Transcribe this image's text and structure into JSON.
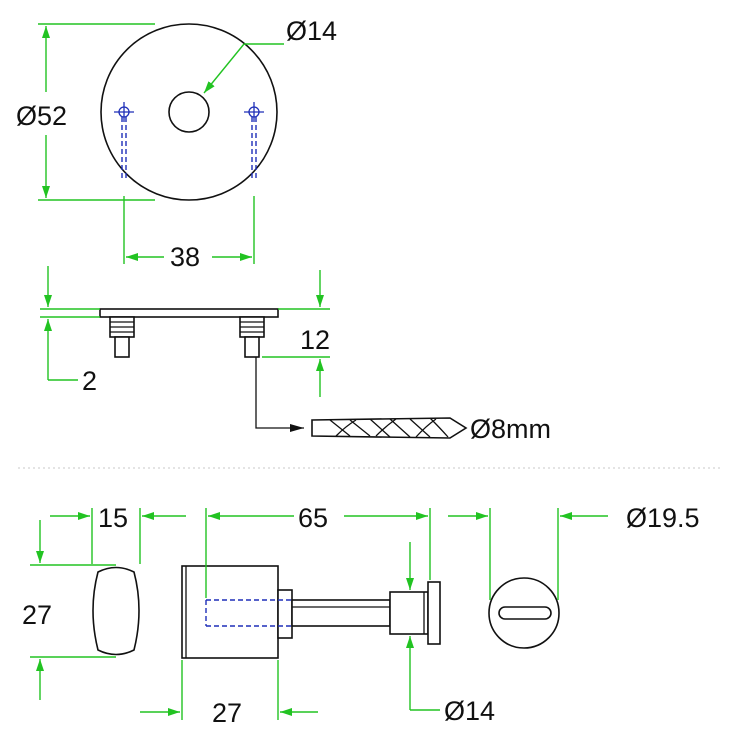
{
  "colors": {
    "dimension_lines": "#22c322",
    "hidden_lines": "#1e2fb8",
    "outline": "#111111",
    "background": "#ffffff"
  },
  "rosette": {
    "outer_diameter_label": "Ø52",
    "hole_diameter_label": "Ø14",
    "screw_spacing_label": "38"
  },
  "side_view": {
    "plate_thickness_label": "2",
    "standoff_height_label": "12",
    "drill_label": "Ø8mm"
  },
  "bottom_parts": {
    "knob_width_label": "15",
    "knob_height_label": "27",
    "spindle_length_label": "65",
    "body_width_label": "27",
    "spindle_diameter_label": "Ø14",
    "indicator_diameter_label": "Ø19.5"
  }
}
